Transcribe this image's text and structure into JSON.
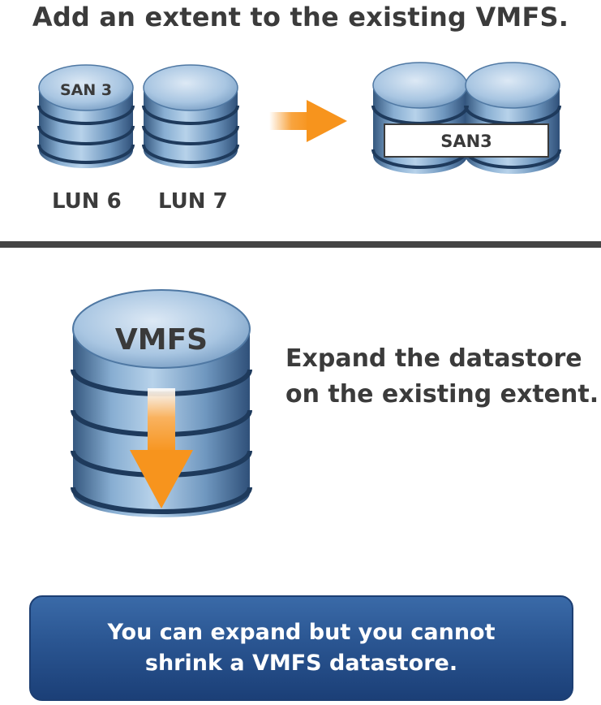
{
  "top_section": {
    "heading": "Add an extent to the existing VMFS.",
    "lun_a": {
      "disk_label": "SAN 3",
      "caption": "LUN 6"
    },
    "lun_b": {
      "disk_label": "",
      "caption": "LUN 7"
    },
    "combined_label": "SAN3"
  },
  "bottom_section": {
    "disk_label": "VMFS",
    "text_lines": [
      "Expand the datastore",
      "on the existing extent."
    ]
  },
  "banner": {
    "lines": [
      "You can expand but you cannot",
      "shrink a VMFS datastore."
    ]
  },
  "colors": {
    "arrow_orange": "#f7941d",
    "banner_blue": "#2a5591",
    "divider": "#444444",
    "disk_blue": "#5b87b3"
  }
}
